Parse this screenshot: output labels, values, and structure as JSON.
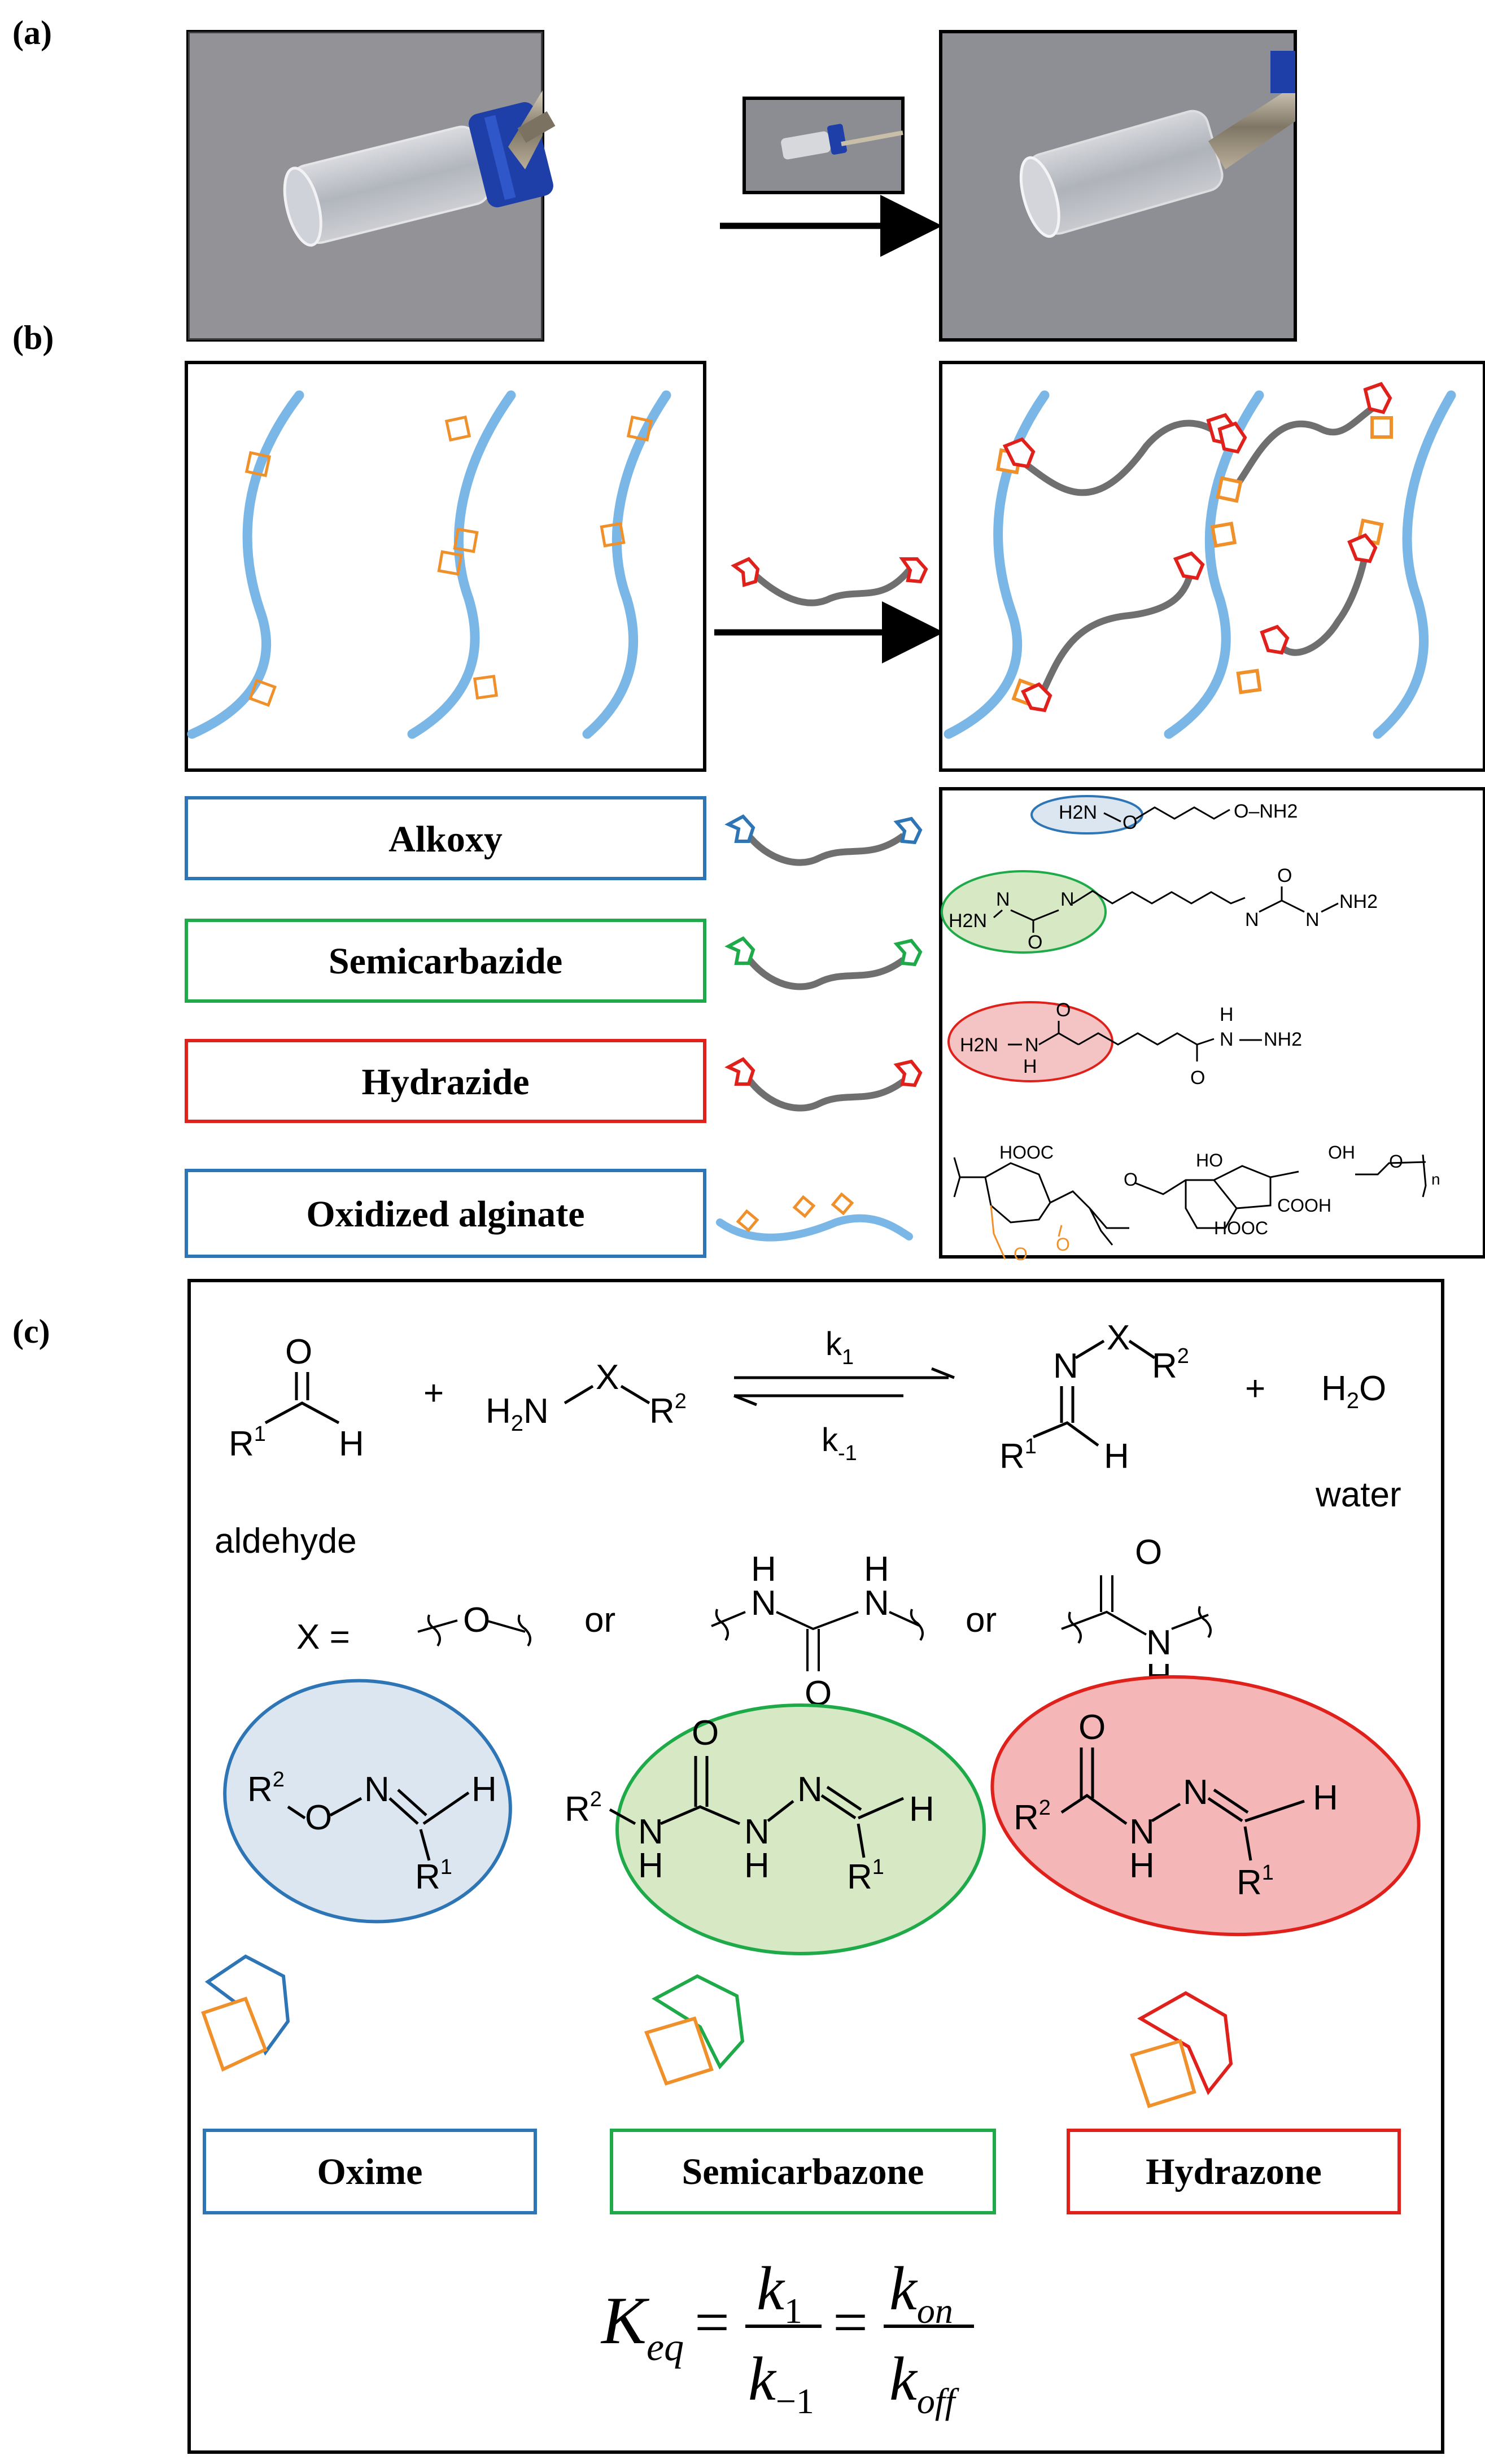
{
  "panels": {
    "a": {
      "label": "(a)"
    },
    "b": {
      "label": "(b)"
    },
    "c": {
      "label": "(c)"
    }
  },
  "photo_colors": {
    "background": "#8e8e93",
    "cap": "#1f3fa8",
    "metal": "#9a8f7c"
  },
  "legend": [
    {
      "label": "Alkoxy",
      "color": "#2e75b6"
    },
    {
      "label": "Semicarbazide",
      "color": "#1faa4a"
    },
    {
      "label": "Hydrazide",
      "color": "#e0201b"
    },
    {
      "label": "Oxidized alginate",
      "color": "#2e75b6"
    }
  ],
  "structures_b": {
    "alkoxy_left": "H2N",
    "alkoxy_o1": "O",
    "alkoxy_right": "O–NH2",
    "semi_h2n": "H2N",
    "semi_n1": "N",
    "semi_n2": "N",
    "semi_o": "O",
    "semi_nh2": "NH2",
    "hyd_h2n": "H2N",
    "hyd_n": "N",
    "hyd_h": "H",
    "hyd_o": "O",
    "hyd_nh2": "NH2",
    "alg_hooc1": "HOOC",
    "alg_hooc2": "HOOC",
    "alg_oh1": "OH",
    "alg_ho": "HO",
    "alg_cooh": "COOH",
    "alg_n": "n"
  },
  "reaction": {
    "k1": "k",
    "k1_sub": "1",
    "km1": "k",
    "km1_sub": "-1",
    "plus": "+",
    "water_formula": "H2O",
    "water_label": "water",
    "aldehyde_label": "aldehyde",
    "x_equals": "X =",
    "or": "or"
  },
  "products": [
    {
      "label": "Oxime",
      "fill": "#dbe6f1",
      "stroke": "#2e75b6"
    },
    {
      "label": "Semicarbazone",
      "fill": "#d6e8c4",
      "stroke": "#1faa4a"
    },
    {
      "label": "Hydrazone",
      "fill": "#f4b6b6",
      "stroke": "#e0201b"
    }
  ],
  "equation": {
    "K": "K",
    "K_sub": "eq",
    "eq": "=",
    "num1": "k",
    "num1_sub": "1",
    "den1": "k",
    "den1_sub": "−1",
    "num2": "k",
    "num2_sub": "on",
    "den2": "k",
    "den2_sub": "off"
  },
  "accent_colors": {
    "alginate": "#7ab7e6",
    "aldehyde": "#f0902b",
    "linker": "#6f6f6f"
  }
}
